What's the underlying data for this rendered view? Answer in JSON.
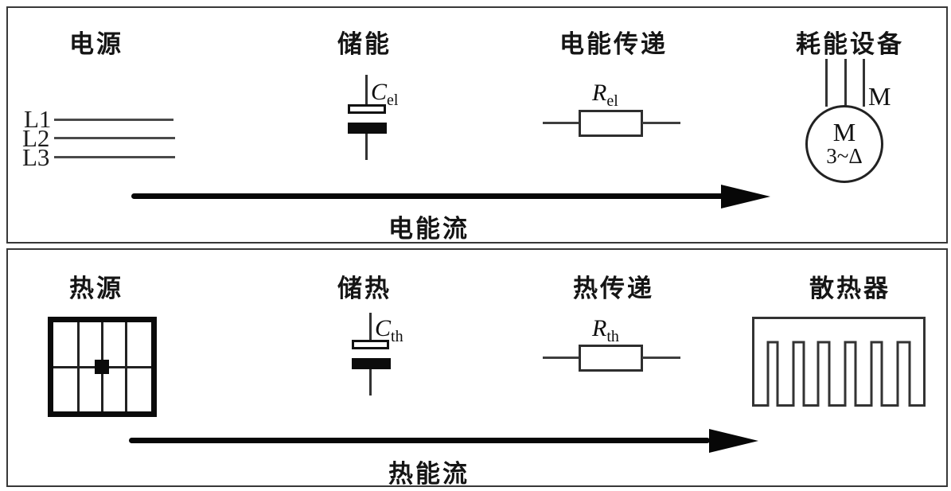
{
  "colors": {
    "ink": "#111111",
    "panel_border": "#383838",
    "background": "#ffffff"
  },
  "electrical": {
    "header_source": "电源",
    "header_storage": "储能",
    "header_transfer": "电能传递",
    "header_load": "耗能设备",
    "phase_labels": [
      "L1",
      "L2",
      "L3"
    ],
    "capacitor": {
      "symbol": "C",
      "subscript": "el"
    },
    "resistor": {
      "symbol": "R",
      "subscript": "el"
    },
    "motor": {
      "terminal_label": "M",
      "name": "M",
      "winding": "3~Δ"
    },
    "flow_label": "电能流"
  },
  "thermal": {
    "header_source": "热源",
    "header_storage": "储热",
    "header_transfer": "热传递",
    "header_sink": "散热器",
    "capacitor": {
      "symbol": "C",
      "subscript": "th"
    },
    "resistor": {
      "symbol": "R",
      "subscript": "th"
    },
    "flow_label": "热能流"
  }
}
